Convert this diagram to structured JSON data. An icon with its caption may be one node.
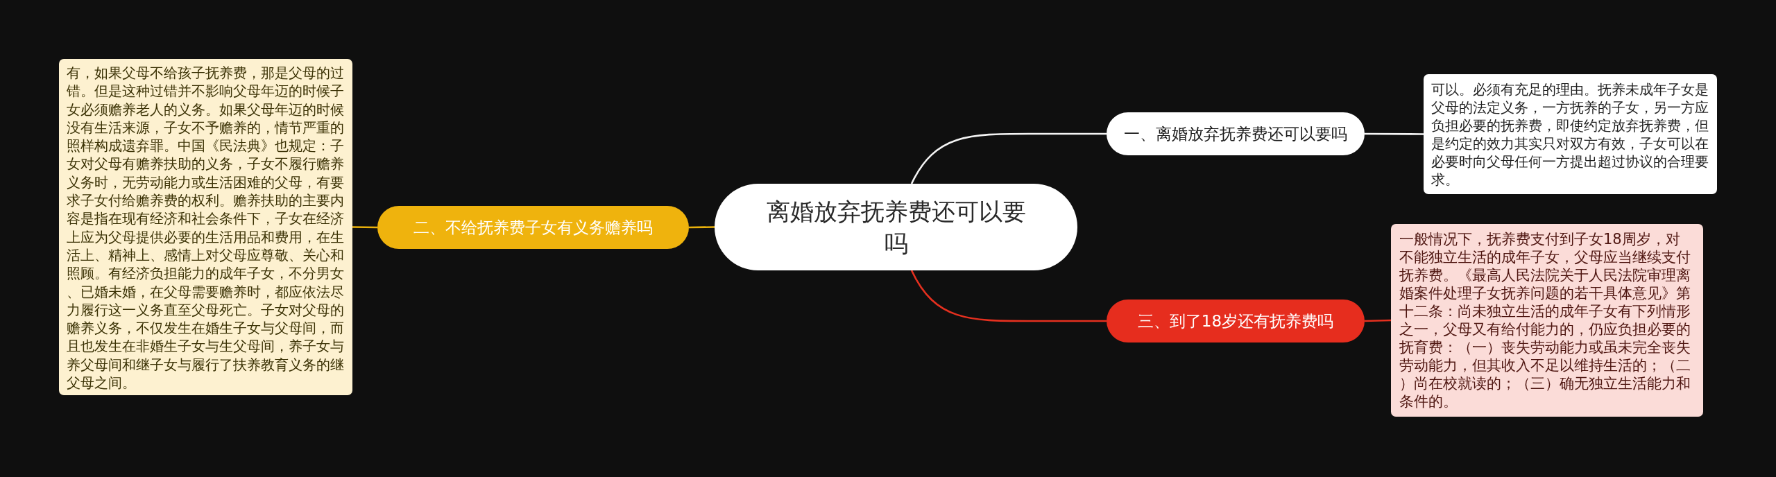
{
  "diagram": {
    "nodes": [
      {
        "text": [
          "离婚放弃抚养费还可以要吗"
        ]
      },
      {
        "text": [
          "一、离婚放弃抚养费还可以要吗"
        ]
      },
      {
        "text": [
          "可以。必须有充足的理由。抚养未成年子女是父母的法定义务，一方抚养的子女，另一方应负担必要的抚养费，即使约定放弃抚养费，但是约定的效力其实只对双方有效，子女可以在必要时向父母任何一方提出超过协议的合理要求。"
        ]
      },
      {
        "text": [
          "二、不给抚养费子女有义务赡养吗"
        ]
      },
      {
        "text": [
          "有，如果父母不给孩子抚养费，那是父母的过错。但是这种过错并不影响父母年迈的时候子女必须赡养老人的义务。如果父母年迈的时候没有生活来源，子女不予赡养的，情节严重的照样构成遗弃罪。中国《民法典》也规定：子女对父母有赡养扶助的义务，子女不履行赡养义务时，无劳动能力或生活困难的父母，有要求子女付给赡养费的权利。赡养扶助的主要内容是指在现有经济和社会条件下，子女在经济上应为父母提供必要的生活用品和费用，在生活上、精神上、感情上对父母应尊敬、关心和照顾。有经济负担能力的成年子女，不分男女、已婚未婚，在父母需要赡养时，都应依法尽力履行这一义务直至父母死亡。子女对父母的赡养义务，不仅发生在婚生子女与父母间，而且也发生在非婚生子女与生父母间，养子女与养父母间和继子女与履行了扶养教育义务的继父母之间。"
        ]
      },
      {
        "text": [
          "三、到了18岁还有抚养费吗"
        ]
      },
      {
        "text": [
          "一般情况下，抚养费支付到子女18周岁，对不能独立生活的成年子女，父母应当继续支付抚养费。《最高人民法院关于人民法院审理离婚案件处理子女抚养问题的若干具体意见》第十二条：尚未独立生活的成年子女有下列情形之一，父母又有给付能力的，仍应负担必要的抚育费：（一）丧失劳动能力或虽未完全丧失劳动能力，但其收入不足以维持生活的；（二）尚在校就读的；（三）确无独立生活能力和条件的。"
        ]
      }
    ],
    "edges": [
      {
        "from": 0,
        "to": 1,
        "arrow": "none",
        "color": "#f4f4f4"
      },
      {
        "from": 1,
        "to": 2,
        "arrow": "none",
        "color": "#f4f4f4"
      },
      {
        "from": 0,
        "to": 3,
        "arrow": "none",
        "color": "#e9b10c"
      },
      {
        "from": 3,
        "to": 4,
        "arrow": "none",
        "color": "#e9b10c"
      },
      {
        "from": 0,
        "to": 5,
        "arrow": "none",
        "color": "#e5301f"
      },
      {
        "from": 5,
        "to": 6,
        "arrow": "none",
        "color": "#e5301f"
      }
    ]
  }
}
